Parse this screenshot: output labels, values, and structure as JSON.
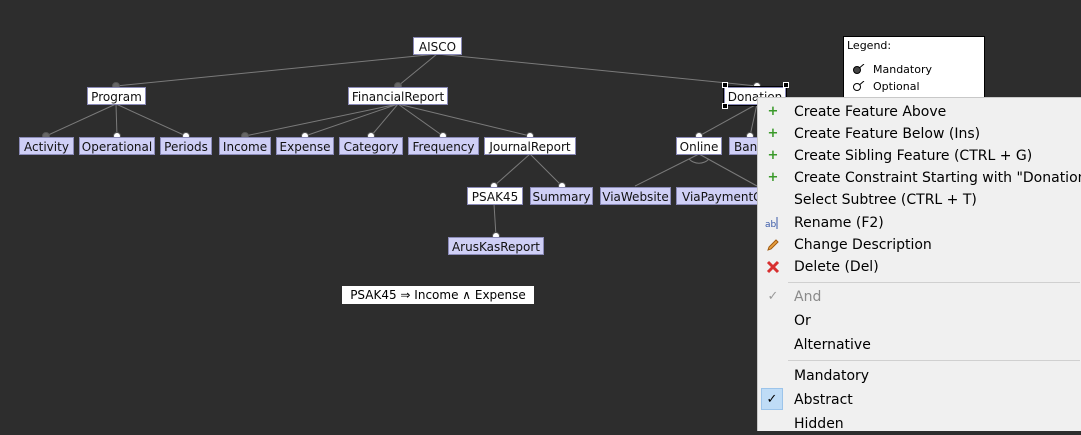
{
  "diagram": {
    "nodes": {
      "aisco": "AISCO",
      "program": "Program",
      "financial_report": "FinancialReport",
      "donation": "Donation",
      "activity": "Activity",
      "operational": "Operational",
      "periods": "Periods",
      "income": "Income",
      "expense": "Expense",
      "category": "Category",
      "frequency": "Frequency",
      "journal_report": "JournalReport",
      "online": "Online",
      "bank": "Bank",
      "psak45": "PSAK45",
      "summary": "Summary",
      "via_website": "ViaWebsite",
      "via_payment": "ViaPaymentG",
      "aruskas": "ArusKasReport"
    },
    "constraint": "PSAK45 ⇒ Income ∧ Expense"
  },
  "legend": {
    "title": "Legend:",
    "mandatory": "Mandatory",
    "optional": "Optional"
  },
  "context_menu": {
    "create_above": "Create Feature Above",
    "create_below": "Create Feature Below (Ins)",
    "create_sibling": "Create Sibling Feature (CTRL + G)",
    "create_constraint": "Create Constraint Starting with \"Donation\"",
    "select_subtree": "Select Subtree (CTRL + T)",
    "rename": "Rename (F2)",
    "change_description": "Change Description",
    "delete": "Delete (Del)",
    "and": "And",
    "or": "Or",
    "alternative": "Alternative",
    "mandatory": "Mandatory",
    "abstract": "Abstract",
    "hidden": "Hidden"
  },
  "icons": {
    "create": "plus-icon",
    "rename": "rename-icon",
    "change_description": "pencil-icon",
    "delete": "delete-icon",
    "checked": "check-icon"
  },
  "colors": {
    "canvas": "#2d2d2d",
    "concrete_feature": "#cfcff6",
    "abstract_feature": "#ffffff",
    "menu_background": "#f0f0f0",
    "checked_highlight": "#bfdcf6"
  }
}
